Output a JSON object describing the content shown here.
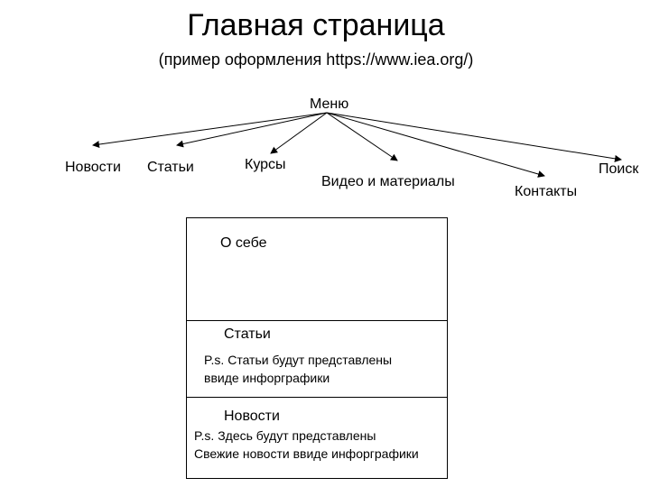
{
  "header": {
    "title": "Главная страница",
    "subtitle": "(пример оформления https://www.iea.org/)"
  },
  "menu": {
    "root_label": "Меню",
    "items": [
      {
        "label": "Новости"
      },
      {
        "label": "Статьи"
      },
      {
        "label": "Курсы"
      },
      {
        "label": "Видео и материалы"
      },
      {
        "label": "Контакты"
      },
      {
        "label": "Поиск"
      }
    ]
  },
  "layout": {
    "sections": [
      {
        "title": "О себе",
        "notes": []
      },
      {
        "title": "Статьи",
        "notes": [
          "P.s. Статьи будут представлены",
          "ввиде инфорграфики"
        ]
      },
      {
        "title": "Новости",
        "notes": [
          "P.s. Здесь будут представлены",
          "Свежие новости ввиде инфорграфики"
        ]
      }
    ]
  }
}
